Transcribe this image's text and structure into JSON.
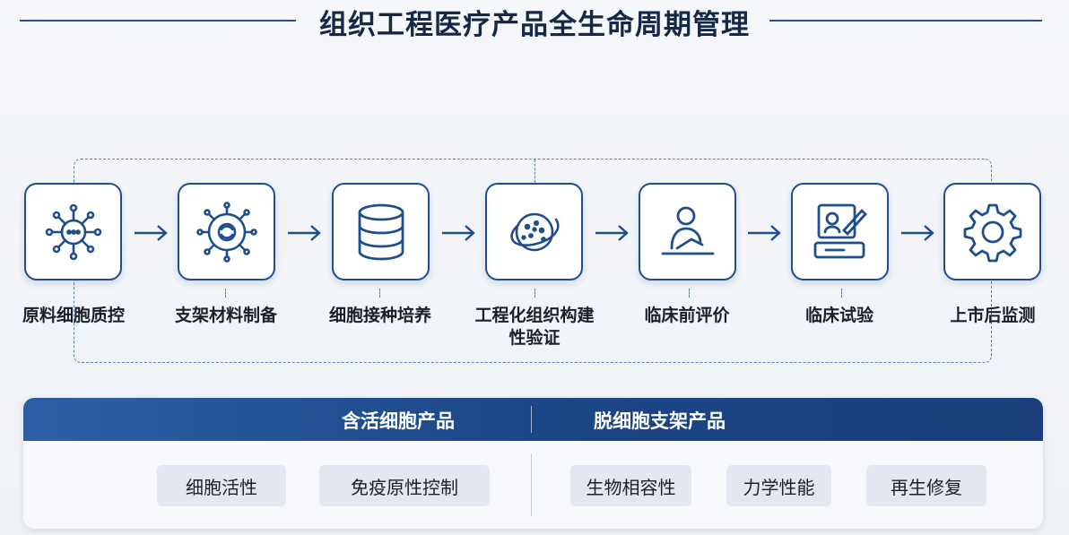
{
  "title": "组织工程医疗产品全生命周期管理",
  "steps": [
    {
      "label": "原料细胞质控",
      "icon": "cell-virus-icon"
    },
    {
      "label": "支架材料制备",
      "icon": "gear-scaffold-icon"
    },
    {
      "label": "细胞接种培养",
      "icon": "database-culture-icon"
    },
    {
      "label": "工程化组织构建",
      "label2": "性验证",
      "icon": "planet-tissue-icon"
    },
    {
      "label": "临床前评价",
      "icon": "person-desk-icon"
    },
    {
      "label": "临床试验",
      "icon": "clipboard-pen-icon"
    },
    {
      "label": "上市后监测",
      "icon": "gear-icon"
    }
  ],
  "panel": {
    "left_title": "含活细胞产品",
    "right_title": "脱细胞支架产品",
    "left_chips": [
      "细胞活性",
      "免疫原性控制"
    ],
    "right_chips": [
      "生物相容性",
      "力学性能",
      "再生修复"
    ]
  },
  "colors": {
    "primary": "#1f4e8c",
    "title": "#152846",
    "panel_head": "#1c4687",
    "chip_bg": "#e3e8f0"
  }
}
